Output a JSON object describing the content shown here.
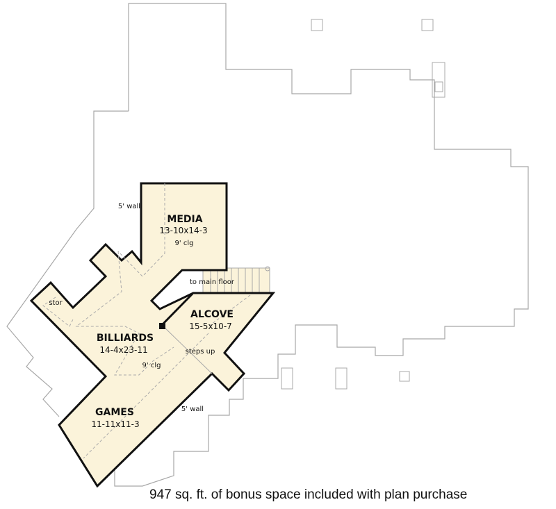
{
  "colors": {
    "bonus_fill": "#fbf3da",
    "outline": "#a8a8a8",
    "wall": "#111111"
  },
  "rooms": {
    "media": {
      "name": "MEDIA",
      "size": "13-10x14-3",
      "ceiling": "9' clg"
    },
    "billiards": {
      "name": "BILLIARDS",
      "size": "14-4x23-11",
      "ceiling": "9' clg"
    },
    "alcove": {
      "name": "ALCOVE",
      "size": "15-5x10-7"
    },
    "games": {
      "name": "GAMES",
      "size": "11-11x11-3"
    },
    "stor": {
      "name": "stor"
    }
  },
  "notes": {
    "wall_top": "5' wall",
    "wall_bottom": "5' wall",
    "stairs": "to main floor",
    "steps": "steps up"
  },
  "caption": "947 sq. ft. of bonus space included with plan purchase"
}
